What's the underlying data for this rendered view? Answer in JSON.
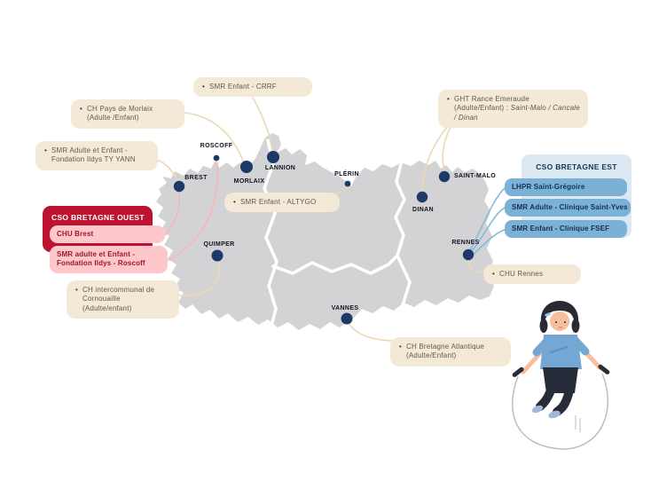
{
  "colors": {
    "map_fill": "#d3d3d5",
    "accent_red": "#bb1330",
    "pill_pink": "#fdc7cb",
    "panel_blue": "#dde9f2",
    "pill_blue": "#7cb1d6",
    "dot_navy": "#1c3a68",
    "callout_beige": "#f3e9d6",
    "line_beige": "#ead8b6",
    "line_pink": "#f7b6bc",
    "line_blue": "#85badd"
  },
  "cities": [
    {
      "name": "ROSCOFF"
    },
    {
      "name": "BREST"
    },
    {
      "name": "MORLAIX"
    },
    {
      "name": "LANNION"
    },
    {
      "name": "PLÉRIN"
    },
    {
      "name": "SAINT-MALO"
    },
    {
      "name": "DINAN"
    },
    {
      "name": "RENNES"
    },
    {
      "name": "QUIMPER"
    },
    {
      "name": "VANNES"
    }
  ],
  "callouts": {
    "crrf": {
      "text": "SMR Enfant - CRRF"
    },
    "pays_morlaix": {
      "text": "CH Pays de Morlaix (Adulte /Enfant)"
    },
    "ty_yann": {
      "text": "SMR Adulte et Enfant - Fondation Ildys TY YANN"
    },
    "altygo": {
      "text": "SMR Enfant - ALTYGO"
    },
    "cornouaille": {
      "text": "CH intercommunal de Cornouaille (Adulte/enfant)"
    },
    "ght": {
      "text": "GHT Rance Emeraude (Adulte/Enfant) : ",
      "italic": "Saint-Malo / Cancale / Dinan"
    },
    "chu_rennes": {
      "text": "CHU Rennes"
    },
    "bretagne_atlantique": {
      "text": "CH Bretagne Atlantique (Adulte/Enfant)"
    }
  },
  "panels": {
    "ouest": {
      "title": "CSO BRETAGNE OUEST",
      "items": [
        {
          "label": "CHU Brest"
        },
        {
          "label": "SMR adulte et Enfant - Fondation Ildys - Roscoff"
        }
      ]
    },
    "est": {
      "title": "CSO BRETAGNE EST",
      "items": [
        {
          "label": "LHPR Saint-Grégoire"
        },
        {
          "label": "SMR Adulte - Clinique Saint-Yves"
        },
        {
          "label": "SMR Enfant - Clinique FSEF"
        }
      ]
    }
  }
}
